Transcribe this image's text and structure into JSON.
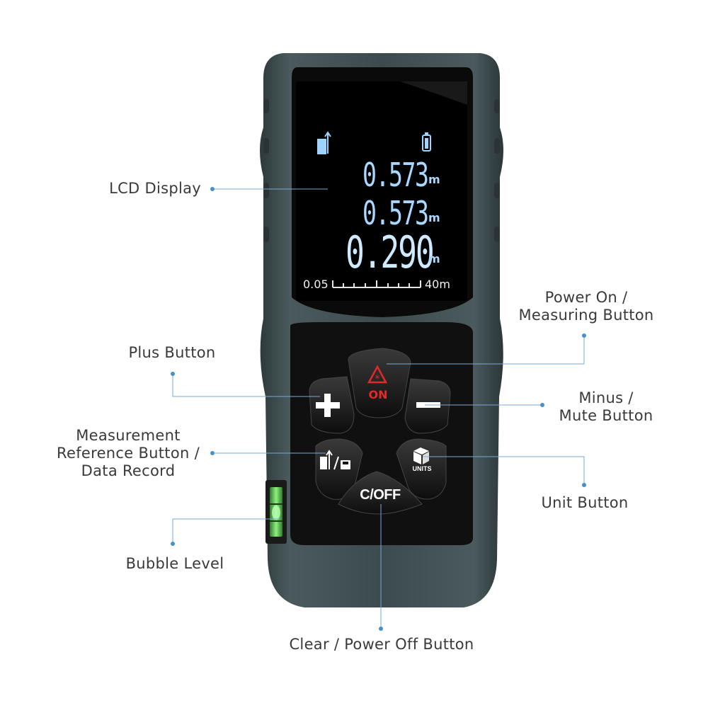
{
  "device": {
    "lcd": {
      "line1": {
        "value": "0.573",
        "unit": "m"
      },
      "line2": {
        "value": "0.573",
        "unit": "m"
      },
      "line3": {
        "value": "0.290",
        "unit": "m"
      },
      "scale_min": "0.05",
      "scale_max": "40m"
    },
    "buttons": {
      "on_label": "ON",
      "clear_off_label": "C/OFF",
      "units_label": "UNITS"
    }
  },
  "callouts": {
    "lcd_display": "LCD Display",
    "plus_button": "Plus Button",
    "measurement_reference": [
      "Measurement",
      "Reference Button /",
      "Data Record"
    ],
    "bubble_level": "Bubble Level",
    "power_on": [
      "Power On /",
      "Measuring Button"
    ],
    "minus_button": [
      "Minus /",
      "Mute Button"
    ],
    "unit_button": "Unit Button",
    "clear_power_off": "Clear / Power Off Button"
  },
  "colors": {
    "body": "#3b4a4c",
    "keypad": "#111111",
    "lcd_text": "#a8d8ff",
    "on_red": "#e12a2a",
    "bubble_green": "#5fd35a",
    "callout_line": "#4a90c8"
  }
}
